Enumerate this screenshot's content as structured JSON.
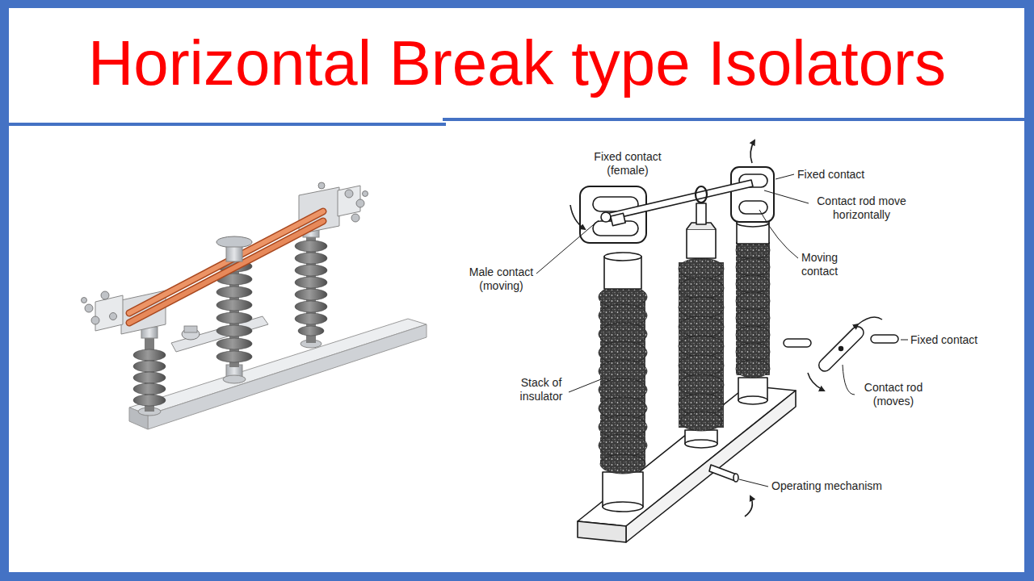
{
  "diagram": {
    "title": "Horizontal Break type Isolators",
    "labels": [
      "Fixed contact (female)",
      "Fixed contact",
      "Contact rod move horizontally",
      "Male contact (moving)",
      "Moving contact",
      "Fixed contact",
      "Contact rod (moves)",
      "Stack of insulator",
      "Operating mechanism"
    ]
  }
}
